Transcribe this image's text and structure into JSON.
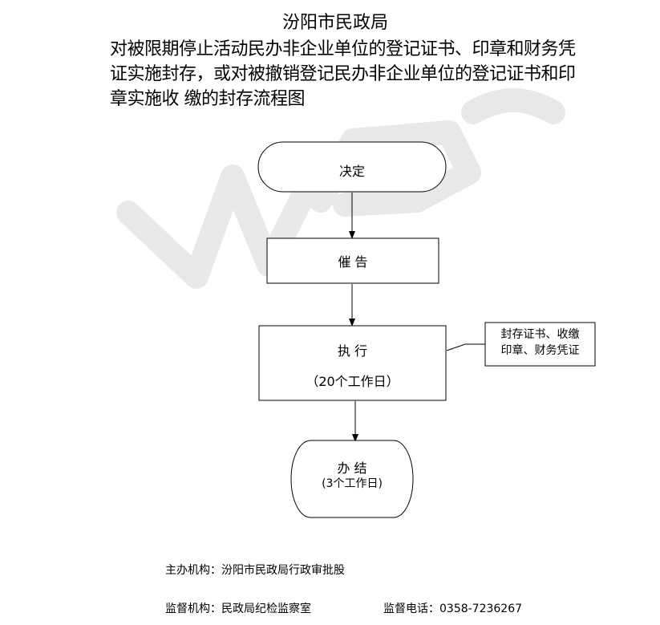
{
  "header": {
    "org": "汾阳市民政局",
    "lines": [
      "对被限期停止活动民办非企业单位的登记证书、印章和财务凭",
      "证实施封存，或对被撤销登记民办非企业单位的登记证书和印",
      "章实施收 缴的封存流程图"
    ]
  },
  "nodes": {
    "decision": "决定",
    "notice": "催 告",
    "execute": "执  行",
    "execute_duration": "（20个工作日）",
    "finish": "办 结",
    "finish_duration": "(3个工作日)"
  },
  "note": {
    "line1": "封存证书、收缴",
    "line2": "印章、财务凭证"
  },
  "footer": {
    "organizer": "主办机构：汾阳市民政局行政审批股",
    "supervisor": "监督机构：民政局纪检监察室",
    "phone": "监督电话：0358-7236267"
  },
  "colors": {
    "line": "#000000",
    "watermark": "#e6e6e6"
  }
}
